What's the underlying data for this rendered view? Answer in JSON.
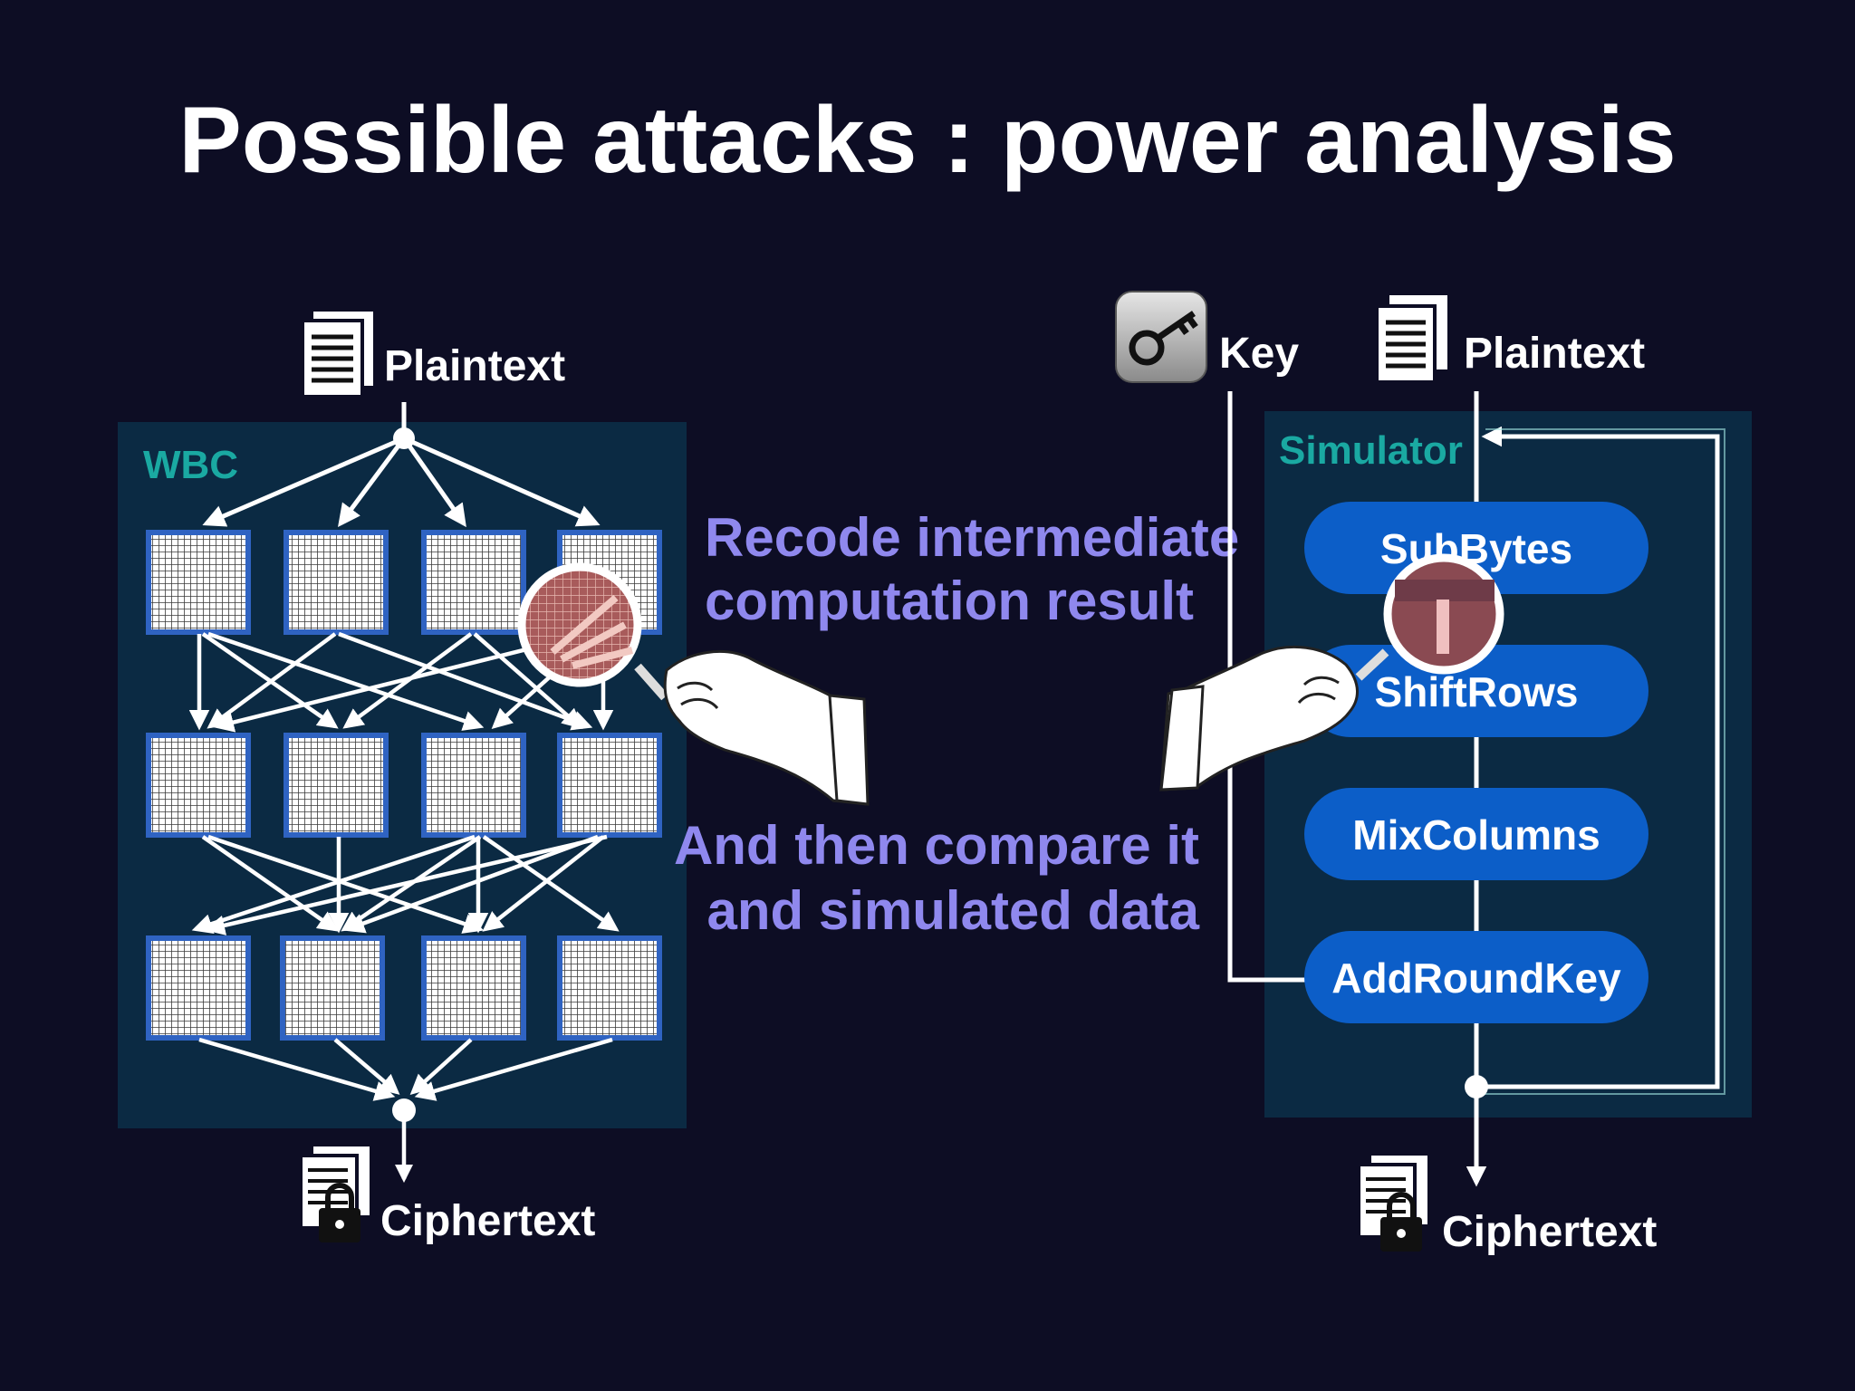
{
  "slide": {
    "title": "Possible attacks : power analysis"
  },
  "left": {
    "box_label": "WBC",
    "plaintext_label": "Plaintext",
    "ciphertext_label": "Ciphertext"
  },
  "right": {
    "box_label": "Simulator",
    "key_label": "Key",
    "plaintext_label": "Plaintext",
    "ciphertext_label": "Ciphertext",
    "steps": [
      "SubBytes",
      "ShiftRows",
      "MixColumns",
      "AddRoundKey"
    ]
  },
  "notes": {
    "recode_line1": "Recode intermediate",
    "recode_line2": "computation result",
    "compare_line1": "And then compare it",
    "compare_line2": "and simulated data"
  },
  "colors": {
    "background": "#0d0d24",
    "panel": "#0b2a43",
    "panel_label": "#1aa9a2",
    "accent_text": "#8f88ee",
    "pill": "#0c5ec8",
    "cell_border": "#2f63c2"
  }
}
